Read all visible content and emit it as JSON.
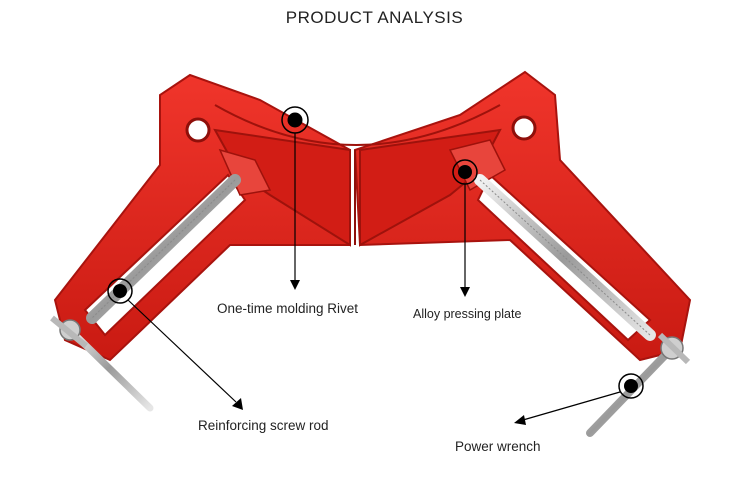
{
  "header": {
    "title": "PRODUCT ANALYSIS"
  },
  "callouts": {
    "rivet": "One-time molding Rivet",
    "plate": "Alloy pressing plate",
    "rod": "Reinforcing screw rod",
    "wrench": "Power wrench"
  },
  "colors": {
    "clamp_red": "#e0231c",
    "clamp_dark": "#a8130e",
    "steel": "#c8c8c8",
    "marker": "#000000"
  },
  "product": {
    "image_name": "corner-clamp-photo"
  }
}
